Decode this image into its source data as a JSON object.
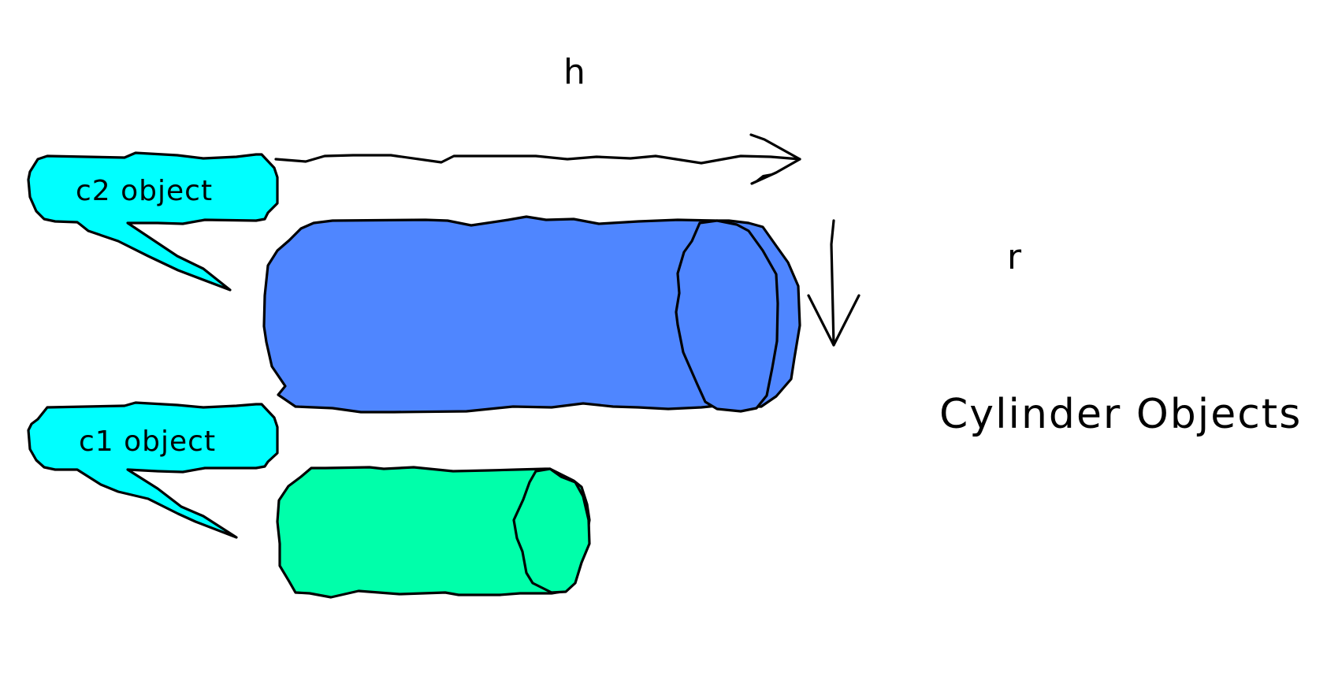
{
  "diagram": {
    "title": "Cylinder Objects",
    "dimensions": {
      "height_label": "h",
      "radius_label": "r"
    },
    "objects": [
      {
        "id": "c2",
        "label": "c2 object",
        "fill": "#4f86ff",
        "size": "large"
      },
      {
        "id": "c1",
        "label": "c1 object",
        "fill": "#00ffaa",
        "size": "small"
      }
    ],
    "colors": {
      "background": "#ffffff",
      "bubble_fill": "#00ffff",
      "outline": "#000000",
      "cylinder_c2": "#4f86ff",
      "cylinder_c1": "#00ffaa"
    }
  }
}
